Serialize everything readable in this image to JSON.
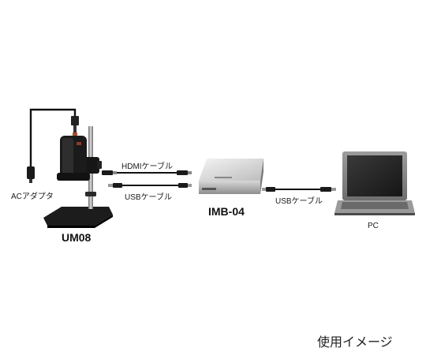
{
  "labels": {
    "ac_adapter": "ACアダプタ",
    "um08": "UM08",
    "hdmi_cable": "HDMIケーブル",
    "usb_cable_1": "USBケーブル",
    "imb04": "IMB-04",
    "usb_cable_2": "USBケーブル",
    "pc": "PC",
    "usage_image": "使用イメージ"
  }
}
